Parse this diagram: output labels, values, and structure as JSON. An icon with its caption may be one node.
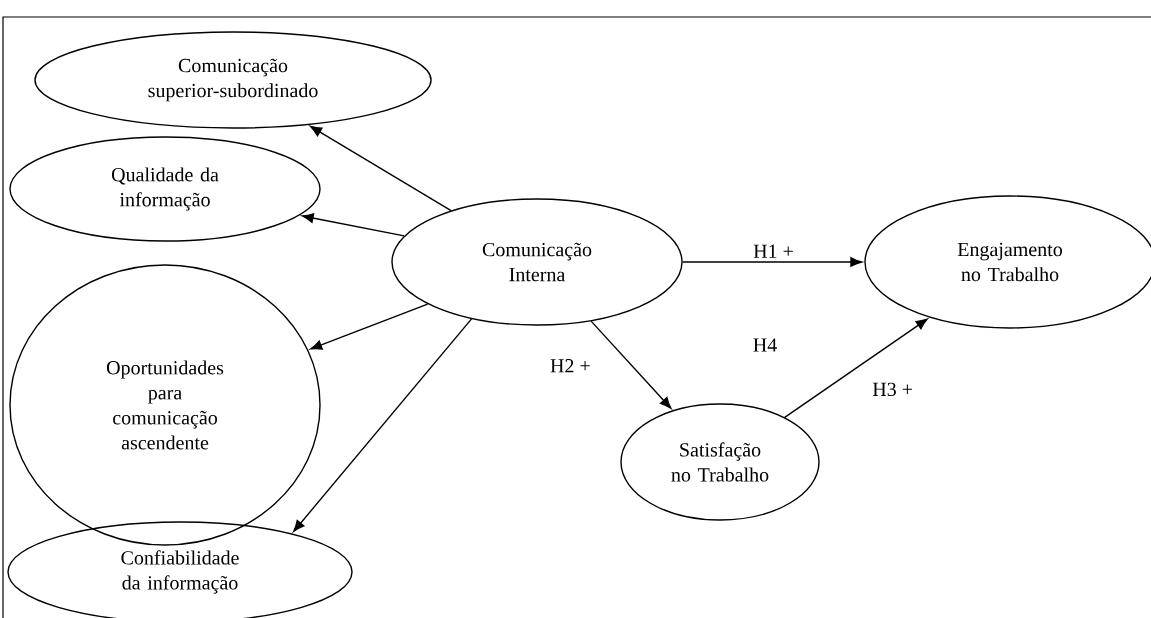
{
  "diagram": {
    "nodes": [
      {
        "text": [
          "Comunicação superior-subordinado"
        ]
      },
      {
        "text": [
          "Qualidade da informação"
        ]
      },
      {
        "text": [
          "Oportunidades para comunicação ascendente"
        ]
      },
      {
        "text": [
          "Confiabilidade da informação"
        ]
      },
      {
        "text": [
          "Comunicação Interna"
        ]
      },
      {
        "text": [
          "Engajamento no Trabalho"
        ]
      },
      {
        "text": [
          "Satisfação no Trabalho"
        ]
      }
    ],
    "edges": [
      {
        "from": 4,
        "to": 0,
        "arrow": "to"
      },
      {
        "from": 4,
        "to": 1,
        "arrow": "to"
      },
      {
        "from": 4,
        "to": 2,
        "arrow": "to"
      },
      {
        "from": 4,
        "to": 3,
        "arrow": "to"
      },
      {
        "from": 4,
        "to": 5,
        "arrow": "to",
        "label": "H1 +"
      },
      {
        "from": 4,
        "to": 6,
        "arrow": "to",
        "label": "H2 +"
      },
      {
        "from": 6,
        "to": 5,
        "arrow": "to",
        "label": "H3 +"
      }
    ],
    "labels": [
      "H4"
    ]
  }
}
